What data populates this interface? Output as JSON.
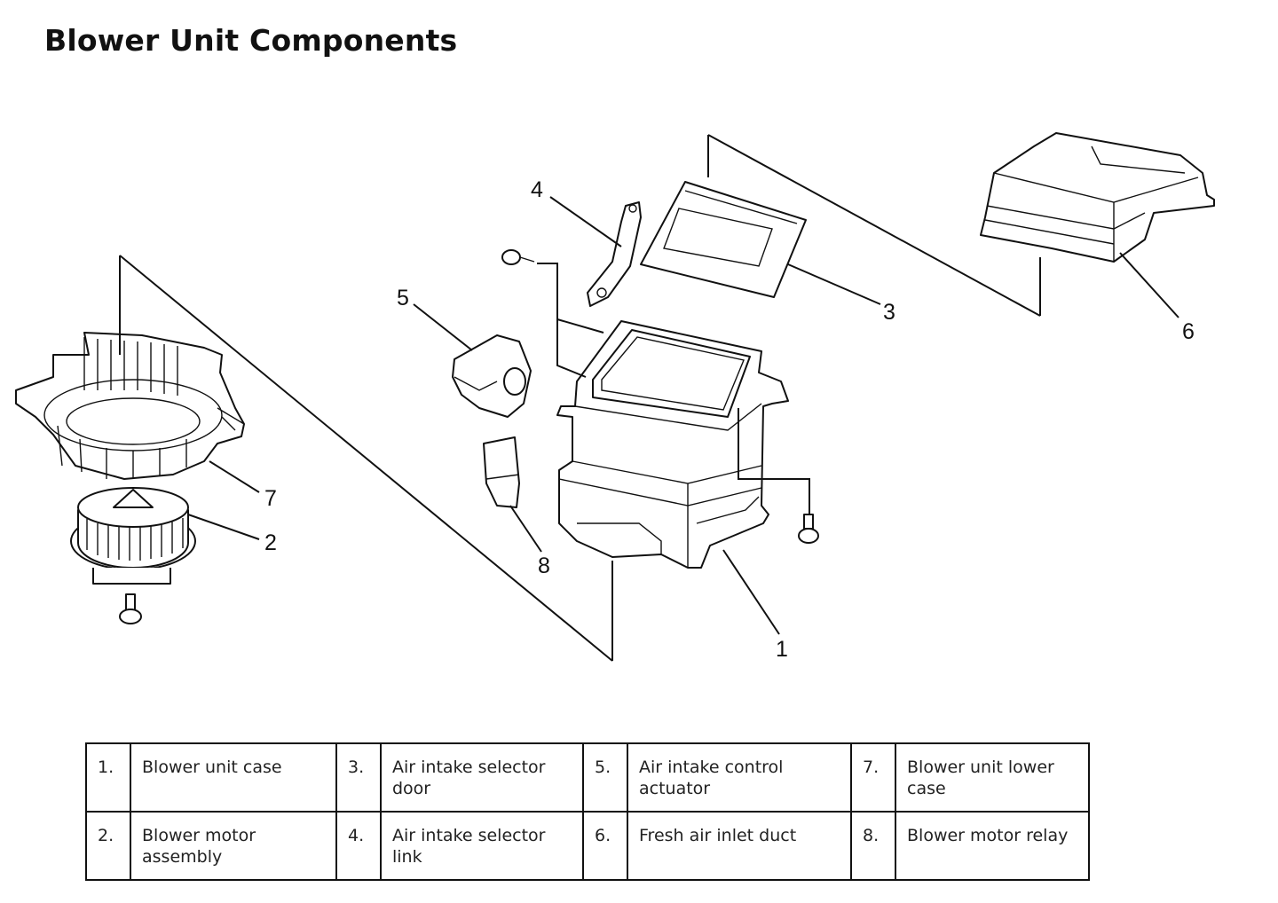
{
  "title": "Blower Unit Components",
  "callouts": [
    "1",
    "2",
    "3",
    "4",
    "5",
    "6",
    "7",
    "8"
  ],
  "legend": {
    "rows": [
      [
        {
          "num": "1.",
          "label": "Blower unit case"
        },
        {
          "num": "3.",
          "label": "Air intake selector door"
        },
        {
          "num": "5.",
          "label": "Air intake control actuator"
        },
        {
          "num": "7.",
          "label": "Blower unit lower case"
        }
      ],
      [
        {
          "num": "2.",
          "label": "Blower motor assembly"
        },
        {
          "num": "4.",
          "label": "Air intake selector link"
        },
        {
          "num": "6.",
          "label": "Fresh air inlet duct"
        },
        {
          "num": "8.",
          "label": "Blower motor relay"
        }
      ]
    ]
  }
}
